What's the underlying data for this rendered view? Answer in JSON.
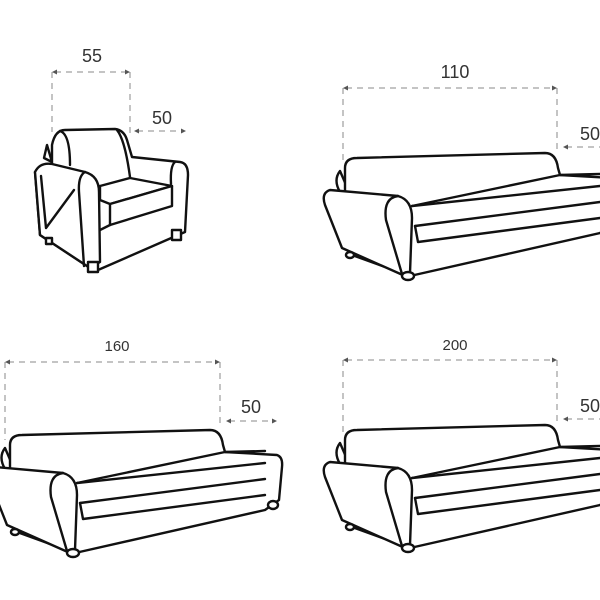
{
  "items": [
    {
      "name": "armchair",
      "width": "55",
      "depth": "50"
    },
    {
      "name": "sofa-110",
      "width": "110",
      "depth": "50"
    },
    {
      "name": "sofa-160",
      "width": "160",
      "depth": "50"
    },
    {
      "name": "sofa-200",
      "width": "200",
      "depth": "50"
    }
  ],
  "colors": {
    "line": "#111111",
    "dimension": "#888888",
    "text": "#333333"
  }
}
